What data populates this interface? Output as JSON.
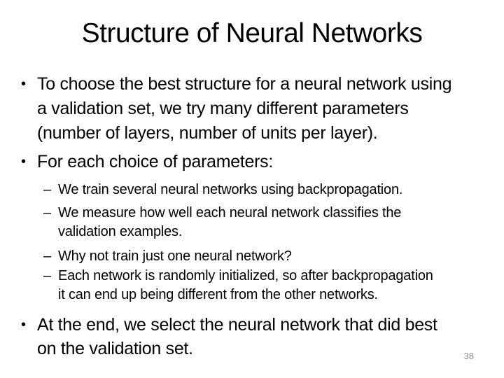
{
  "slide": {
    "title": "Structure of Neural Networks",
    "page_number": "38",
    "bullet_glyphs": {
      "level1": "•",
      "level2": "–"
    },
    "colors": {
      "background": "#ffffff",
      "text": "#000000",
      "page_number": "#8e8e8e"
    },
    "bullets": [
      {
        "level": 1,
        "lines": [
          "To choose the best structure for a neural network using",
          "a validation set, we try many different parameters",
          "(number of layers, number of units per layer)."
        ]
      },
      {
        "level": 1,
        "lines": [
          "For each choice of parameters:"
        ]
      },
      {
        "level": 2,
        "lines": [
          "We train several neural networks using backpropagation."
        ]
      },
      {
        "level": 2,
        "lines": [
          "We measure how well each neural network classifies the",
          "validation examples."
        ]
      },
      {
        "level": 2,
        "lines": [
          "Why not train just one neural network?"
        ]
      },
      {
        "level": 2,
        "lines": [
          "Each network is randomly initialized, so after backpropagation",
          "it can end up being different from the other networks."
        ]
      },
      {
        "level": 1,
        "lines": [
          "At the end, we select the neural network that did best",
          "on the validation set."
        ]
      }
    ]
  }
}
